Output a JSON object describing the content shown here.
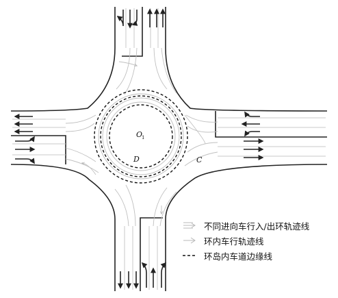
{
  "labels": {
    "center": "O",
    "center_subscript": "1",
    "point_c": "C",
    "point_d": "D"
  },
  "legend": [
    {
      "icon": "entry-exit-trajectory-icon",
      "text": "不同进向车行入/出环轨迹线"
    },
    {
      "icon": "ring-trajectory-icon",
      "text": "环内车行轨迹线"
    },
    {
      "icon": "island-edge-dashed-icon",
      "text": "环岛内车道边缘线"
    }
  ],
  "colors": {
    "road_edge": "#222222",
    "lane_line": "#c8c8c8",
    "trajectory": "#b8b8b8",
    "arrow": "#222222",
    "dashed_edge": "#111111"
  }
}
